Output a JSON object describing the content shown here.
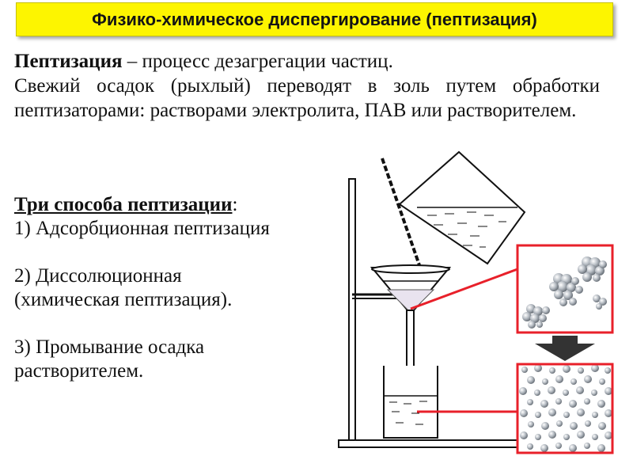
{
  "title": "Физико-химическое диспергирование (пептизация)",
  "intro": {
    "term": "Пептизация",
    "definition": " – процесс дезагрегации частиц.",
    "description": "Свежий осадок (рыхлый) переводят в золь путем обработки пептизаторами: растворами электролита, ПАВ или растворителем."
  },
  "methods": {
    "heading": "Три способа пептизации",
    "heading_suffix": ":",
    "items": [
      {
        "line1": "1) Адсорбционная пептизация",
        "line2": ""
      },
      {
        "line1": "2) Диссолюционная",
        "line2": "(химическая пептизация)."
      },
      {
        "line1": "3) Промывание осадка",
        "line2": "растворителем."
      }
    ]
  },
  "colors": {
    "title_bg": "#fdf500",
    "callout_red": "#e8202a",
    "arrow": "#333333",
    "sphere": "#9aa2ab"
  }
}
